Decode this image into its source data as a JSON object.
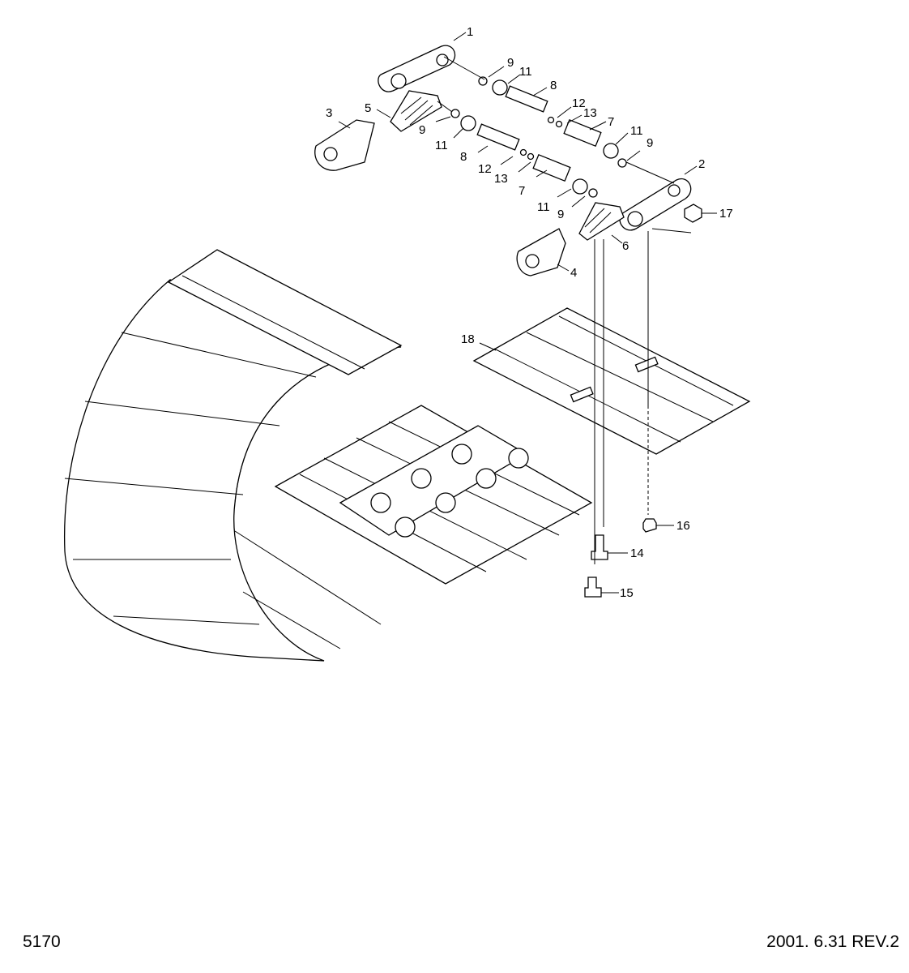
{
  "page_number": "5170",
  "revision": "2001. 6.31 REV.2",
  "callouts": [
    {
      "label": "1"
    },
    {
      "label": "2"
    },
    {
      "label": "3"
    },
    {
      "label": "4"
    },
    {
      "label": "5"
    },
    {
      "label": "6"
    },
    {
      "label": "7"
    },
    {
      "label": "7"
    },
    {
      "label": "8"
    },
    {
      "label": "8"
    },
    {
      "label": "9"
    },
    {
      "label": "9"
    },
    {
      "label": "9"
    },
    {
      "label": "9"
    },
    {
      "label": "11"
    },
    {
      "label": "11"
    },
    {
      "label": "11"
    },
    {
      "label": "11"
    },
    {
      "label": "12"
    },
    {
      "label": "12"
    },
    {
      "label": "13"
    },
    {
      "label": "13"
    },
    {
      "label": "14"
    },
    {
      "label": "15"
    },
    {
      "label": "16"
    },
    {
      "label": "17"
    },
    {
      "label": "18"
    }
  ]
}
